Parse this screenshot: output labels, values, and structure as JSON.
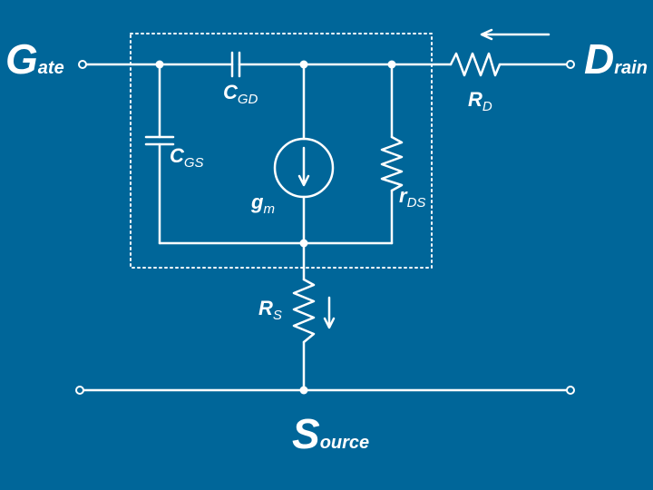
{
  "terminals": {
    "gate": {
      "initial": "G",
      "rest": "ate"
    },
    "drain": {
      "initial": "D",
      "rest": "rain"
    },
    "source": {
      "initial": "S",
      "rest": "ource"
    }
  },
  "components": {
    "cgd": {
      "symbol": "C",
      "sub": "GD"
    },
    "cgs": {
      "symbol": "C",
      "sub": "GS"
    },
    "gm": {
      "symbol": "g",
      "sub": "m"
    },
    "rds": {
      "symbol": "r",
      "sub": "DS"
    },
    "rd": {
      "symbol": "R",
      "sub": "D"
    },
    "rs": {
      "symbol": "R",
      "sub": "S"
    }
  },
  "colors": {
    "background": "#006699",
    "foreground": "#ffffff"
  }
}
